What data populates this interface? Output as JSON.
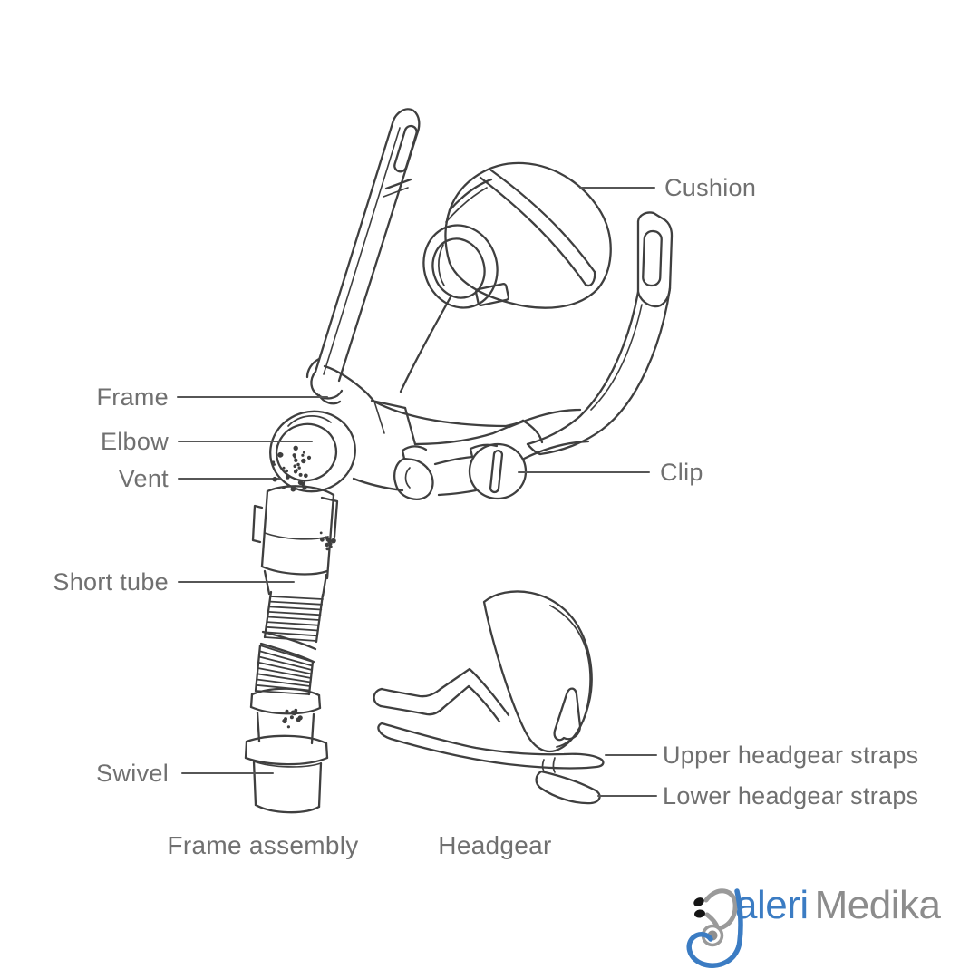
{
  "diagram": {
    "part_labels": {
      "cushion": "Cushion",
      "frame": "Frame",
      "elbow": "Elbow",
      "vent": "Vent",
      "short_tube": "Short tube",
      "swivel": "Swivel",
      "clip": "Clip",
      "upper_headgear_straps": "Upper headgear straps",
      "lower_headgear_straps": "Lower headgear straps"
    },
    "group_captions": {
      "frame_assembly": "Frame assembly",
      "headgear": "Headgear"
    }
  },
  "logo": {
    "name_part1": "aleri",
    "name_part2": "Medika",
    "blue": "#3b7cc3",
    "gray": "#8c8c8c"
  },
  "colors": {
    "background": "#ffffff",
    "line_art": "#3f3f3f",
    "label_text": "#707070",
    "leader_line": "#565656"
  }
}
